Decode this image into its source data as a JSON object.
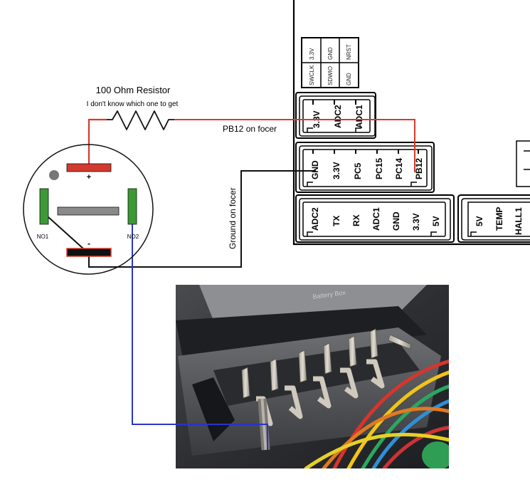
{
  "resistor": {
    "title": "100 Ohm Resistor",
    "subtitle": "I don't know which one to get"
  },
  "wire_labels": {
    "pb12": "PB12 on focer",
    "ground": "Ground on focer"
  },
  "switch": {
    "plus": "+",
    "minus": "-",
    "no1": "NO1",
    "no2": "NO2"
  },
  "headers": {
    "swd_top": [
      "3.3V",
      "GND",
      "NRST"
    ],
    "swd_bottom": [
      "SWCLK",
      "SDWIO",
      "GND"
    ],
    "adc_small": [
      "3.3V",
      "ADC2",
      "ADC1"
    ],
    "gpio": [
      "GND",
      "3.3V",
      "PC5",
      "PC15",
      "PC14",
      "PB12"
    ],
    "uart": [
      "ADC2",
      "TX",
      "RX",
      "ADC1",
      "GND",
      "3.3V",
      "5V"
    ],
    "hall": [
      "5V",
      "TEMP",
      "HALL1"
    ]
  },
  "colors": {
    "red_wire": "#d93a2b",
    "blue_wire": "#2b34c8",
    "black_wire": "#111111",
    "green_contact": "#3c9a34",
    "plus_bar": "#d23a2e",
    "gray_bar": "#8a8a8a"
  },
  "photo": {
    "label_text": "Battery Box"
  }
}
